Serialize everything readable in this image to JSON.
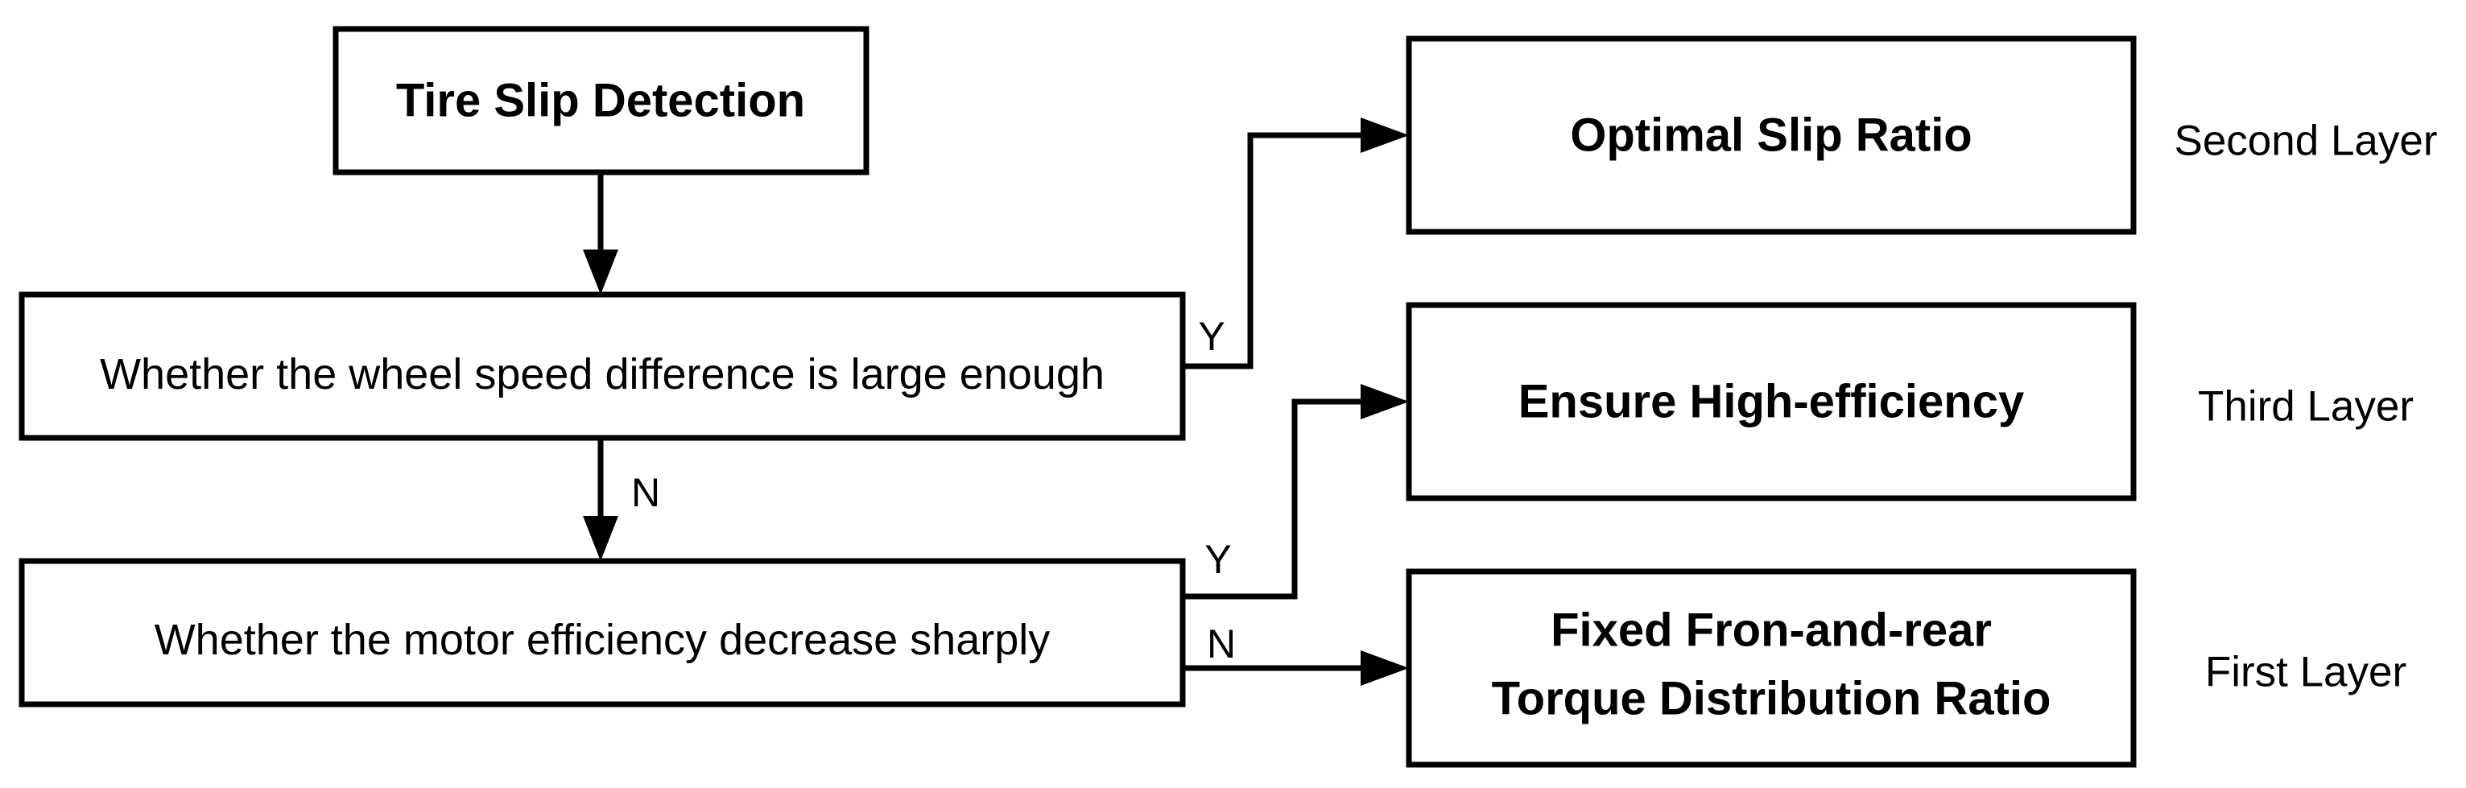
{
  "nodes": {
    "tire_slip_detection": "Tire Slip Detection",
    "wheel_speed_check": "Whether the wheel speed difference is large enough",
    "motor_efficiency_check": "Whether the motor efficiency decrease sharply",
    "optimal_slip_ratio": "Optimal Slip Ratio",
    "ensure_high_efficiency": "Ensure High-efficiency",
    "fixed_torque_line1": "Fixed Fron-and-rear",
    "fixed_torque_line2": "Torque Distribution Ratio"
  },
  "edge_labels": {
    "wheel_speed_yes": "Y",
    "wheel_speed_no": "N",
    "motor_eff_yes": "Y",
    "motor_eff_no": "N"
  },
  "layers": {
    "second": "Second Layer",
    "third": "Third Layer",
    "first": "First Layer"
  }
}
